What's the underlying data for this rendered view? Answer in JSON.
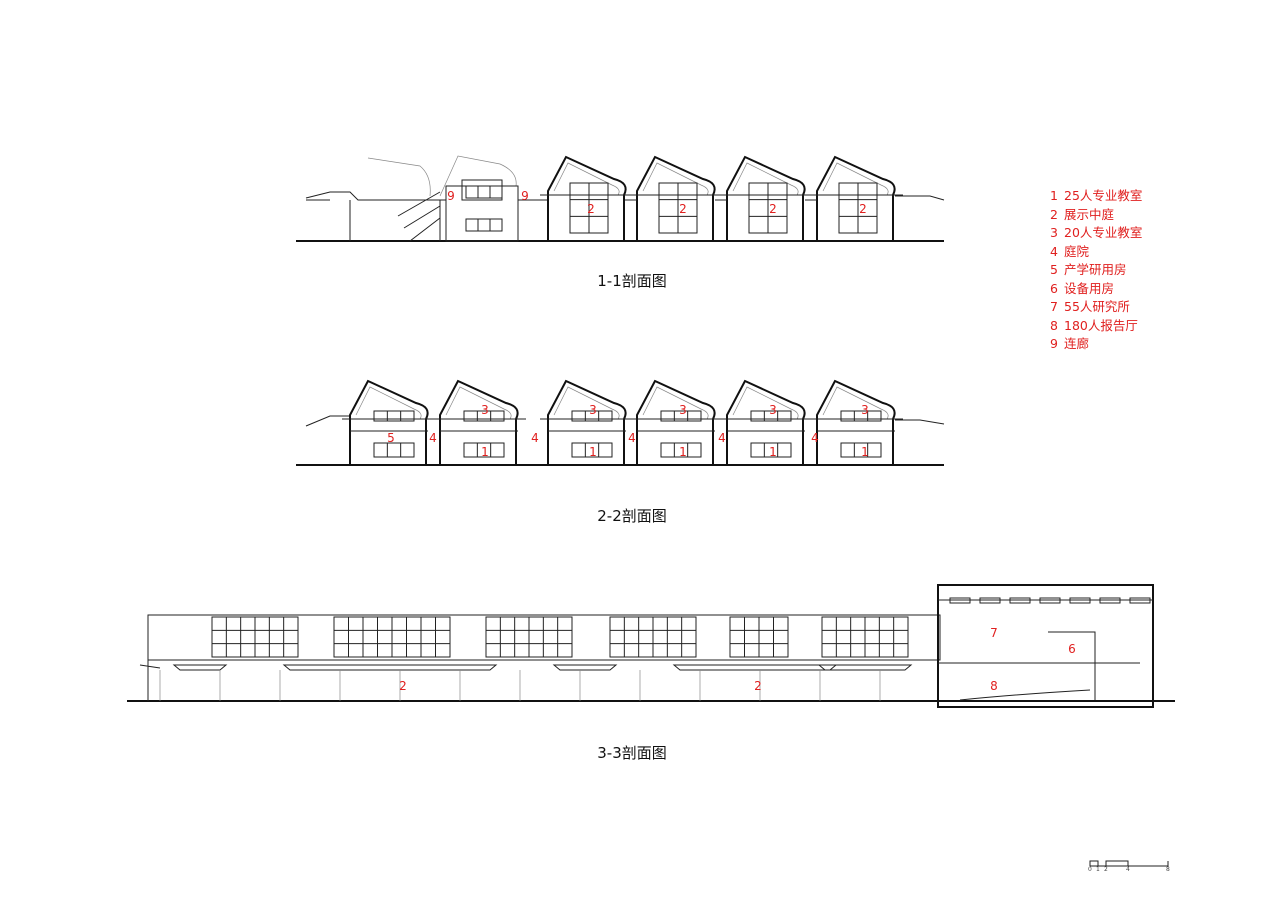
{
  "sections": [
    {
      "title": "1-1剖面图",
      "labels": [
        "9",
        "9",
        "2",
        "2",
        "2",
        "2"
      ]
    },
    {
      "title": "2-2剖面图",
      "labels": [
        "5",
        "3",
        "3",
        "3",
        "3",
        "3",
        "4",
        "4",
        "4",
        "4",
        "4",
        "1",
        "1",
        "1",
        "1",
        "1"
      ]
    },
    {
      "title": "3-3剖面图",
      "labels": [
        "2",
        "2",
        "7",
        "6",
        "8"
      ]
    }
  ],
  "legend": [
    {
      "num": "1",
      "text": "25人专业教室"
    },
    {
      "num": "2",
      "text": "展示中庭"
    },
    {
      "num": "3",
      "text": "20人专业教室"
    },
    {
      "num": "4",
      "text": "庭院"
    },
    {
      "num": "5",
      "text": "产学研用房"
    },
    {
      "num": "6",
      "text": "设备用房"
    },
    {
      "num": "7",
      "text": "55人研究所"
    },
    {
      "num": "8",
      "text": "180人报告厅"
    },
    {
      "num": "9",
      "text": "连廊"
    }
  ],
  "scale_bar": {
    "ticks": [
      "0",
      "1",
      "2",
      "4",
      "8"
    ]
  },
  "colors": {
    "label": "#e0201f",
    "line": "#222222"
  }
}
